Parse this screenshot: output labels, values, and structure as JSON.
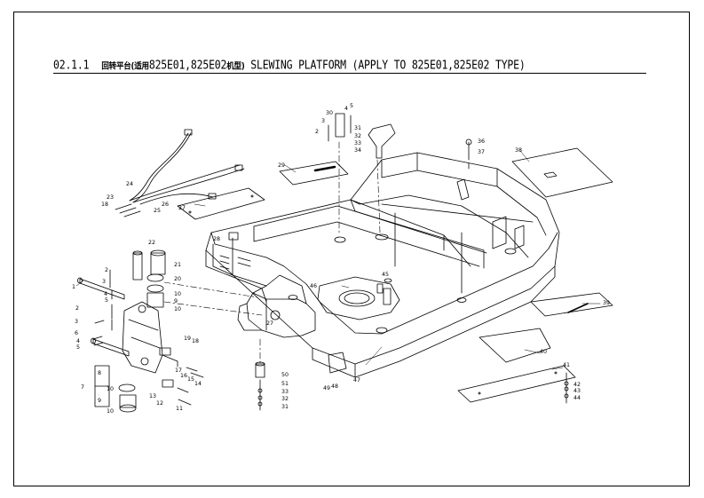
{
  "header": {
    "section_number": "02.1.1",
    "title_cn_prefix": "回转平台(",
    "title_cn_apply": "适用",
    "title_models": "825E01,825E02",
    "title_cn_suffix": "机型)",
    "title_en": "SLEWING PLATFORM (APPLY TO 825E01,825E02 TYPE)"
  },
  "callouts": [
    {
      "id": "c1",
      "label": "1"
    },
    {
      "id": "c2a",
      "label": "2"
    },
    {
      "id": "c3a",
      "label": "3"
    },
    {
      "id": "c4a",
      "label": "4"
    },
    {
      "id": "c5a",
      "label": "5"
    },
    {
      "id": "c2b",
      "label": "2"
    },
    {
      "id": "c3b",
      "label": "3"
    },
    {
      "id": "c4b",
      "label": "4"
    },
    {
      "id": "c5b",
      "label": "5"
    },
    {
      "id": "c6",
      "label": "6"
    },
    {
      "id": "c7",
      "label": "7"
    },
    {
      "id": "c8",
      "label": "8"
    },
    {
      "id": "c9",
      "label": "9"
    },
    {
      "id": "c9b",
      "label": "9"
    },
    {
      "id": "c10a",
      "label": "10"
    },
    {
      "id": "c10b",
      "label": "10"
    },
    {
      "id": "c10c",
      "label": "10"
    },
    {
      "id": "c10d",
      "label": "10"
    },
    {
      "id": "c11",
      "label": "11"
    },
    {
      "id": "c12",
      "label": "12"
    },
    {
      "id": "c13",
      "label": "13"
    },
    {
      "id": "c14",
      "label": "14"
    },
    {
      "id": "c15",
      "label": "15"
    },
    {
      "id": "c16",
      "label": "16"
    },
    {
      "id": "c17",
      "label": "17"
    },
    {
      "id": "c18a",
      "label": "18"
    },
    {
      "id": "c18b",
      "label": "18"
    },
    {
      "id": "c19",
      "label": "19"
    },
    {
      "id": "c20",
      "label": "20"
    },
    {
      "id": "c21",
      "label": "21"
    },
    {
      "id": "c22",
      "label": "22"
    },
    {
      "id": "c23",
      "label": "23"
    },
    {
      "id": "c24",
      "label": "24"
    },
    {
      "id": "c25",
      "label": "25"
    },
    {
      "id": "c26",
      "label": "26"
    },
    {
      "id": "c27",
      "label": "27"
    },
    {
      "id": "c28",
      "label": "28"
    },
    {
      "id": "c29",
      "label": "29"
    },
    {
      "id": "c30",
      "label": "30"
    },
    {
      "id": "c31a",
      "label": "31"
    },
    {
      "id": "c32a",
      "label": "32"
    },
    {
      "id": "c33a",
      "label": "33"
    },
    {
      "id": "c34",
      "label": "34"
    },
    {
      "id": "c3c",
      "label": "3"
    },
    {
      "id": "c2c",
      "label": "2"
    },
    {
      "id": "c4c",
      "label": "4"
    },
    {
      "id": "c5c",
      "label": "5"
    },
    {
      "id": "c36",
      "label": "36"
    },
    {
      "id": "c37",
      "label": "37"
    },
    {
      "id": "c38",
      "label": "38"
    },
    {
      "id": "c39",
      "label": "39"
    },
    {
      "id": "c40",
      "label": "40"
    },
    {
      "id": "c41",
      "label": "41"
    },
    {
      "id": "c42",
      "label": "42"
    },
    {
      "id": "c43",
      "label": "43"
    },
    {
      "id": "c44",
      "label": "44"
    },
    {
      "id": "c45",
      "label": "45"
    },
    {
      "id": "c46",
      "label": "46"
    },
    {
      "id": "c47",
      "label": "47"
    },
    {
      "id": "c48",
      "label": "48"
    },
    {
      "id": "c49",
      "label": "49"
    },
    {
      "id": "c50",
      "label": "50"
    },
    {
      "id": "c51",
      "label": "51"
    },
    {
      "id": "c33b",
      "label": "33"
    },
    {
      "id": "c32b",
      "label": "32"
    },
    {
      "id": "c31b",
      "label": "31"
    },
    {
      "id": "c27b",
      "label": "27"
    }
  ]
}
